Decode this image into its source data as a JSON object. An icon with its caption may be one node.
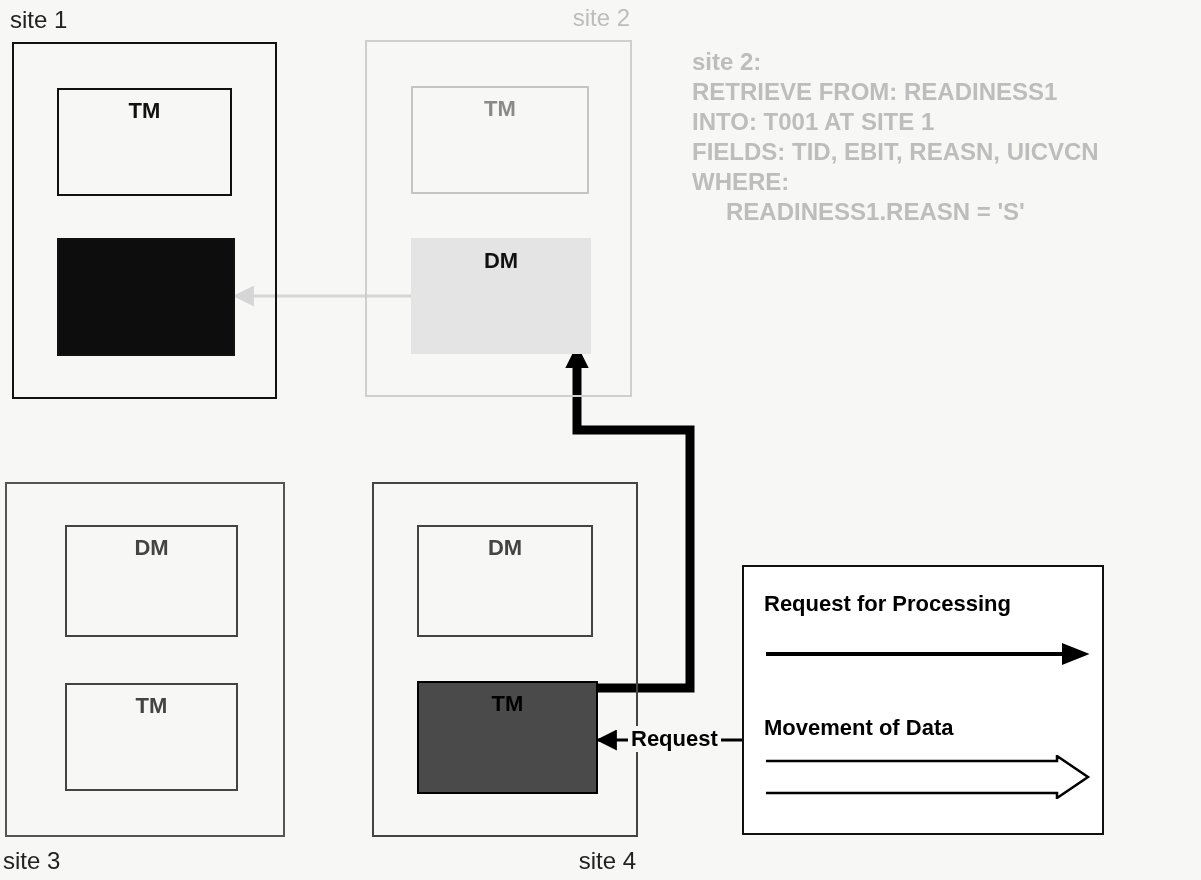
{
  "diagram": {
    "nodes": [
      {
        "text": [
          "site 1"
        ]
      },
      {
        "text": [
          "TM"
        ],
        "in": 0
      },
      {
        "text": [],
        "shape": "box",
        "in": 0
      },
      {
        "text": [
          "site 2"
        ]
      },
      {
        "text": [
          "TM"
        ],
        "in": 3
      },
      {
        "text": [
          "DM"
        ],
        "in": 3
      },
      {
        "text": [
          "site 3"
        ]
      },
      {
        "text": [
          "DM"
        ],
        "in": 6
      },
      {
        "text": [
          "TM"
        ],
        "in": 6
      },
      {
        "text": [
          "site 4"
        ]
      },
      {
        "text": [
          "DM"
        ],
        "in": 9
      },
      {
        "text": [
          "TM"
        ],
        "in": 9
      }
    ],
    "edges": [
      {
        "from": 5,
        "to": 2,
        "arrow": "to",
        "color": "#d6d6d6"
      },
      {
        "from": 11,
        "to": 5,
        "arrow": "to",
        "style": "thick"
      },
      {
        "from": null,
        "to": 11,
        "arrow": "to",
        "label": "Request"
      }
    ],
    "labels": [
      "site 2:",
      "RETRIEVE FROM: READINESS1",
      "INTO: T001 AT SITE 1",
      "FIELDS: TID, EBIT, REASN, UICVCN",
      "WHERE:",
      "READINESS1.REASN = 'S'"
    ],
    "legend": [
      {
        "text": "Request for Processing"
      },
      {
        "text": "Movement of Data"
      }
    ]
  }
}
